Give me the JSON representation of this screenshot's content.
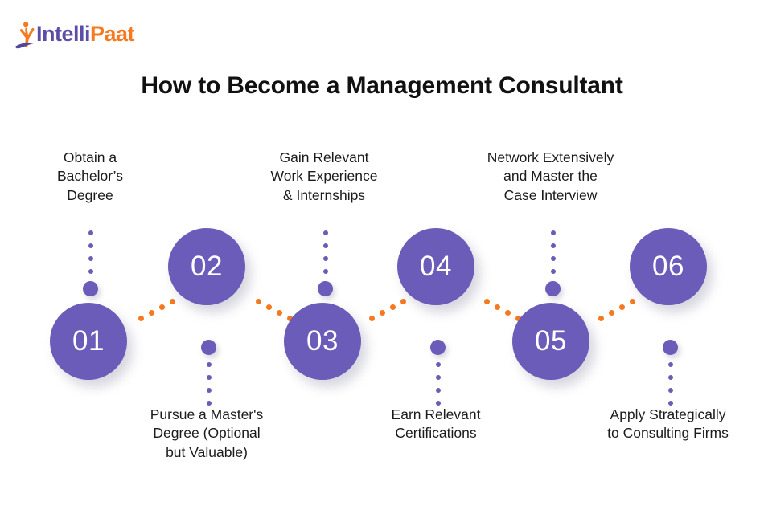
{
  "brand": {
    "name_part1": "Intelli",
    "name_part2": "Paat",
    "purple": "#5b4ea8",
    "orange": "#f47920"
  },
  "header": {
    "title": "How to Become a Management Consultant"
  },
  "theme": {
    "circle_fill": "#6a5cb8",
    "circle_text": "#ffffff",
    "dot_purple": "#6a5cb8",
    "dot_orange": "#f47920",
    "background": "#ffffff",
    "title_color": "#111111",
    "label_color": "#1b1b1b"
  },
  "chart_data": {
    "type": "diagram",
    "title": "How to Become a Management Consultant",
    "steps": [
      {
        "number": "01",
        "label": "Obtain a Bachelor’s Degree",
        "label_position": "above"
      },
      {
        "number": "02",
        "label": "Pursue a Master's Degree (Optional but Valuable)",
        "label_position": "below"
      },
      {
        "number": "03",
        "label": "Gain Relevant Work Experience & Internships",
        "label_position": "above"
      },
      {
        "number": "04",
        "label": "Earn Relevant Certifications",
        "label_position": "below"
      },
      {
        "number": "05",
        "label": "Network Extensively and Master the Case Interview",
        "label_position": "above"
      },
      {
        "number": "06",
        "label": "Apply Strategically to Consulting Firms",
        "label_position": "below"
      }
    ]
  },
  "steps": [
    {
      "number": "01",
      "label_line1": "Obtain a",
      "label_line2": "Bachelor’s",
      "label_line3": "Degree"
    },
    {
      "number": "02",
      "label_line1": "Pursue a Master's",
      "label_line2": "Degree (Optional",
      "label_line3": "but Valuable)"
    },
    {
      "number": "03",
      "label_line1": "Gain Relevant",
      "label_line2": "Work Experience",
      "label_line3": "& Internships"
    },
    {
      "number": "04",
      "label_line1": "Earn Relevant",
      "label_line2": "Certifications",
      "label_line3": ""
    },
    {
      "number": "05",
      "label_line1": "Network Extensively",
      "label_line2": "and Master the",
      "label_line3": "Case Interview"
    },
    {
      "number": "06",
      "label_line1": "Apply Strategically",
      "label_line2": "to Consulting Firms",
      "label_line3": ""
    }
  ]
}
